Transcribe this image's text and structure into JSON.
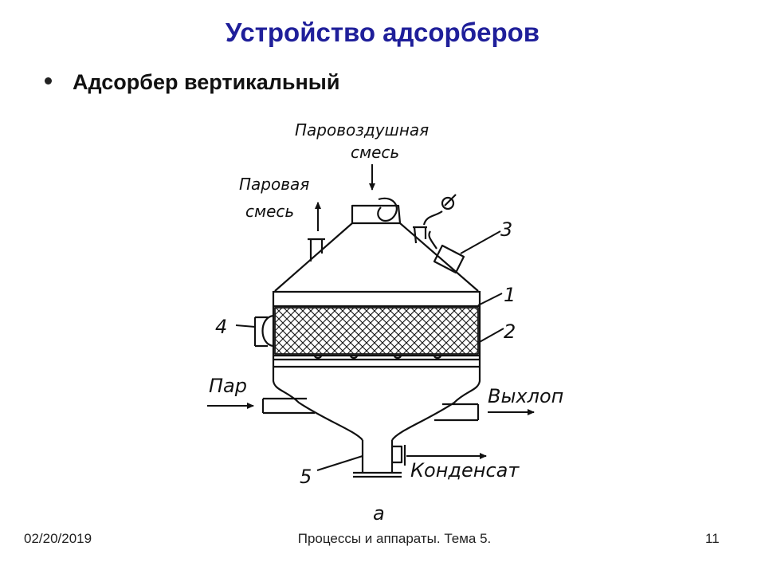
{
  "slide": {
    "title": "Устройство адсорберов",
    "bullet": "Адсорбер вертикальный"
  },
  "diagram": {
    "labels": {
      "steam_air_mixture_1": "Паровоздушная",
      "steam_air_mixture_2": "смесь",
      "steam_mixture_1": "Паровая",
      "steam_mixture_2": "смесь",
      "steam": "Пар",
      "exhaust": "Выхлоп",
      "condensate": "Конденсат",
      "part_1": "1",
      "part_2": "2",
      "part_3": "3",
      "part_4": "4",
      "part_5": "5",
      "figure_letter": "а"
    }
  },
  "footer": {
    "date": "02/20/2019",
    "center": "Процессы и аппараты. Тема 5.",
    "page": "11"
  }
}
